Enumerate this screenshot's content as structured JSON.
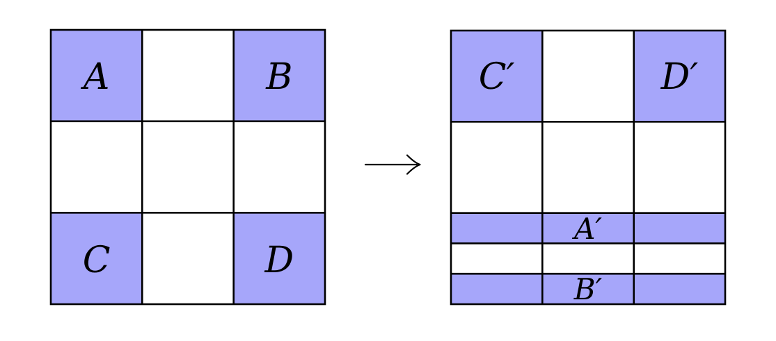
{
  "figure": {
    "colors": {
      "cell_fill": "#a6a6fa",
      "line": "#000000",
      "background": "#ffffff"
    },
    "left_grid": {
      "label_top_left": "A",
      "label_top_right": "B",
      "label_bottom_left": "C",
      "label_bottom_right": "D"
    },
    "arrow": {
      "glyph": "⟶",
      "direction": "right"
    },
    "right_grid": {
      "label_top_left": "C′",
      "label_top_right": "D′",
      "label_strip_top": "A′",
      "label_strip_bottom": "B′"
    }
  }
}
